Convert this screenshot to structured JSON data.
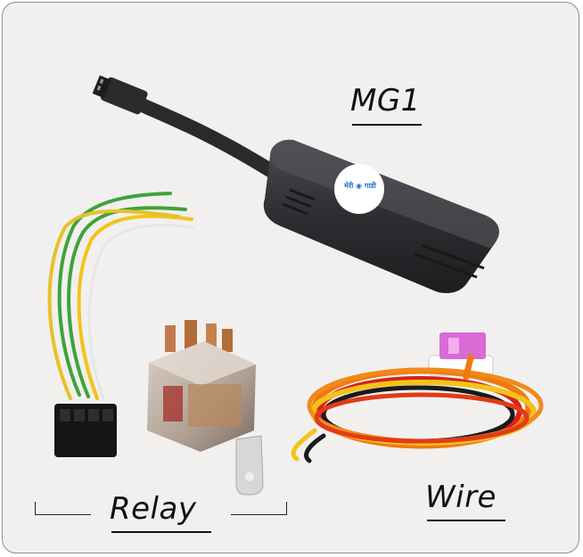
{
  "labels": {
    "tracker": "MG1",
    "relay": "Relay",
    "wire": "Wire"
  },
  "logo_text": {
    "left": "मेरी",
    "right": "गाडी"
  },
  "colors": {
    "background": "#f1f0ef",
    "border": "#8c8c8c",
    "tracker_body": "#3a3b3e",
    "logo_blue": "#1f77c8",
    "wire_orange": "#f07a10",
    "wire_red": "#d8211b",
    "wire_yellow": "#f3c31a",
    "wire_green": "#3fa33a",
    "fuse_pink": "#d86bd5"
  }
}
